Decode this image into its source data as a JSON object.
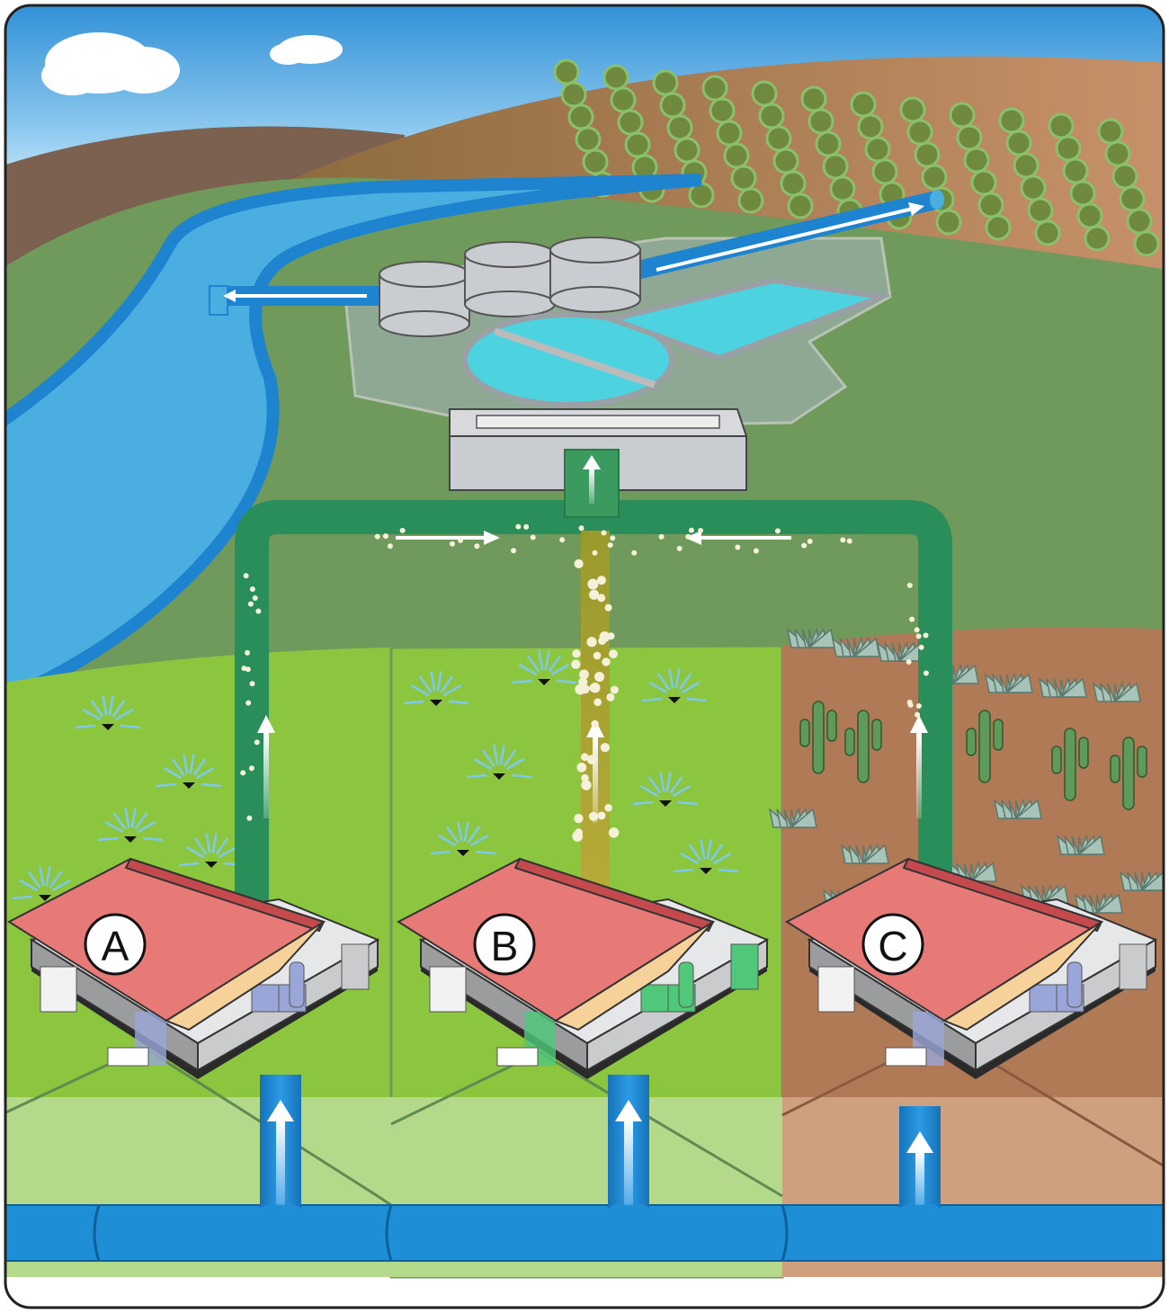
{
  "houses": [
    {
      "label": "A",
      "fixture_color": "#9aa6d8",
      "field_color": "#8cc63f"
    },
    {
      "label": "B",
      "fixture_color": "#4fc87a",
      "field_color": "#8cc63f"
    },
    {
      "label": "C",
      "fixture_color": "#9aa6d8",
      "field_color": "#c58a5b"
    }
  ],
  "colors": {
    "sky": "#5ab4e6",
    "river": "#4aaee0",
    "main_pipe": "#1e8fd6",
    "sewer_pipe": "#2e9a6a",
    "greywater_pipe": "#a8a830",
    "hills_brown": "#8a6a52",
    "hills_green": "#6f9a5c",
    "roof": "#e77a77",
    "treatment_plant": "#c9ccd0"
  },
  "icons": [
    "cloud-icon",
    "sprinkler-icon",
    "agave-icon",
    "cactus-icon",
    "crop-icon",
    "flow-arrow-icon"
  ]
}
